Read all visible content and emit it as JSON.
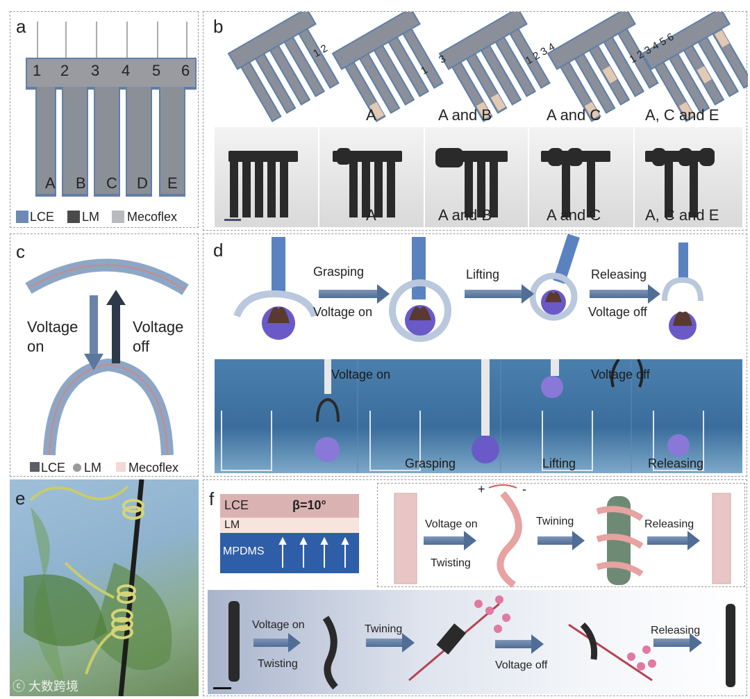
{
  "panels": {
    "a": {
      "label": "a",
      "electrodes": [
        "1",
        "2",
        "3",
        "4",
        "5",
        "6"
      ],
      "strips": [
        "A",
        "B",
        "C",
        "D",
        "E"
      ],
      "legend": [
        "LCE",
        "LM",
        "Mecoflex"
      ]
    },
    "b": {
      "label": "b",
      "top_strip_numbers": [
        "1 2",
        "1",
        "3",
        "1 2 3 4",
        "1 2 3 4 5 6"
      ],
      "captions": [
        "A",
        "A and B",
        "A and C",
        "A, C and E"
      ],
      "photo_captions": [
        "A",
        "A and B",
        "A and C",
        "A, C and E"
      ]
    },
    "c": {
      "label": "c",
      "voltage_on": "Voltage\non",
      "voltage_off": "Voltage\noff",
      "legend": [
        "LCE",
        "LM",
        "Mecoflex"
      ]
    },
    "d": {
      "label": "d",
      "steps": [
        "Grasping",
        "Lifting",
        "Releasing"
      ],
      "voltage_on": "Voltage on",
      "voltage_off": "Voltage off",
      "photo_voltage_on": "Voltage on",
      "photo_voltage_off": "Voltage off",
      "photo_steps": [
        "Grasping",
        "Lifting",
        "Releasing"
      ]
    },
    "e": {
      "label": "e"
    },
    "f": {
      "label": "f",
      "layers": [
        "LCE",
        "LM",
        "MPDMS"
      ],
      "beta": "β=10°",
      "plus": "+",
      "minus": "-",
      "schematic": {
        "voltage_on": "Voltage on",
        "twisting": "Twisting",
        "twining": "Twining",
        "releasing": "Releasing"
      },
      "photo": {
        "voltage_on": "Voltage on",
        "twisting": "Twisting",
        "twining": "Twining",
        "voltage_off": "Voltage off",
        "releasing": "Releasing"
      }
    }
  },
  "watermark": "大数跨境",
  "colors": {
    "lce": "#6d8ab3",
    "lm": "#4a4a4a",
    "mecoflex": "#b9b9c0",
    "arrow": "#5a77a0",
    "photo_blue": "#3f6f9e"
  }
}
